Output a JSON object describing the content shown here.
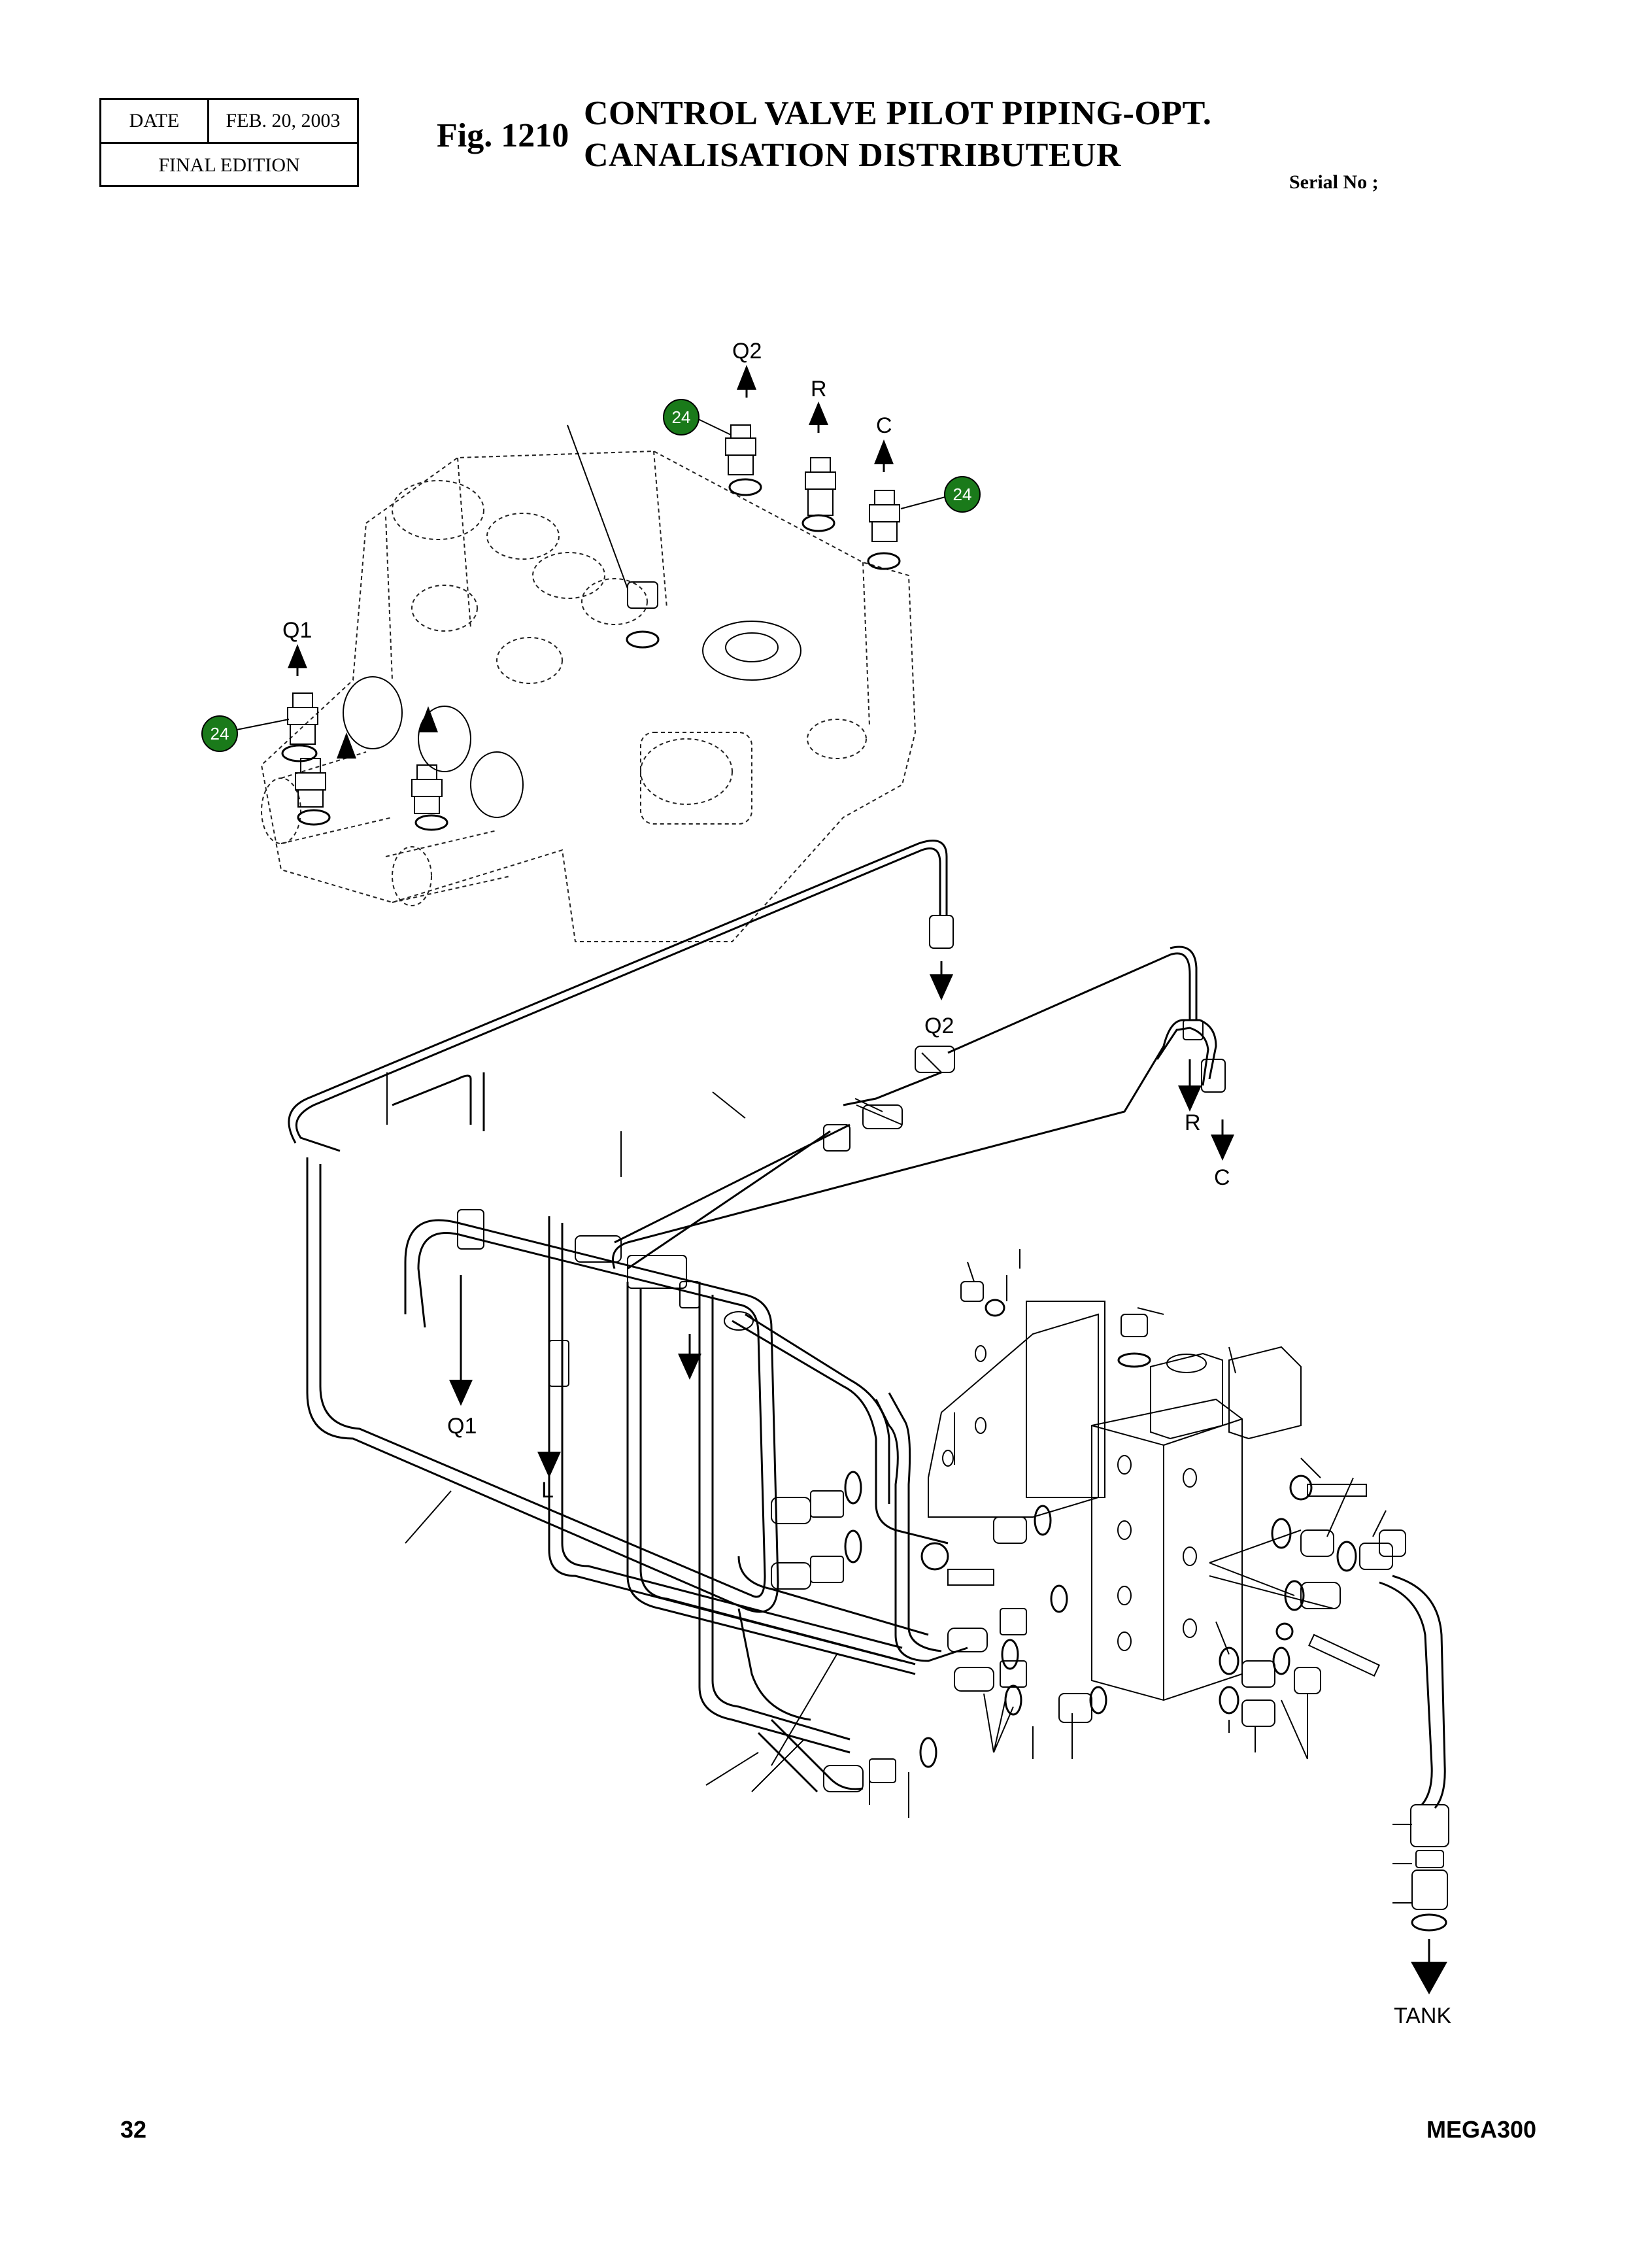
{
  "header": {
    "date_label": "DATE",
    "date_value": "FEB. 20, 2003",
    "edition": "FINAL EDITION",
    "fig_label": "Fig. 1210",
    "title_en": "CONTROL VALVE PILOT PIPING-OPT.",
    "title_fr": "CANALISATION DISTRIBUTEUR",
    "serial": "Serial No ;"
  },
  "diagram": {
    "port_labels": {
      "q2_top": "Q2",
      "r_top": "R",
      "c_top": "C",
      "q1_top": "Q1",
      "q2_mid": "Q2",
      "r_mid": "R",
      "c_mid": "C",
      "q1_bottom": "Q1",
      "l": "L",
      "tank": "TANK"
    },
    "callouts": [
      "24",
      "24",
      "24"
    ],
    "callout_color": "#1a7a1a"
  },
  "footer": {
    "page_number": "32",
    "model": "MEGA300"
  }
}
